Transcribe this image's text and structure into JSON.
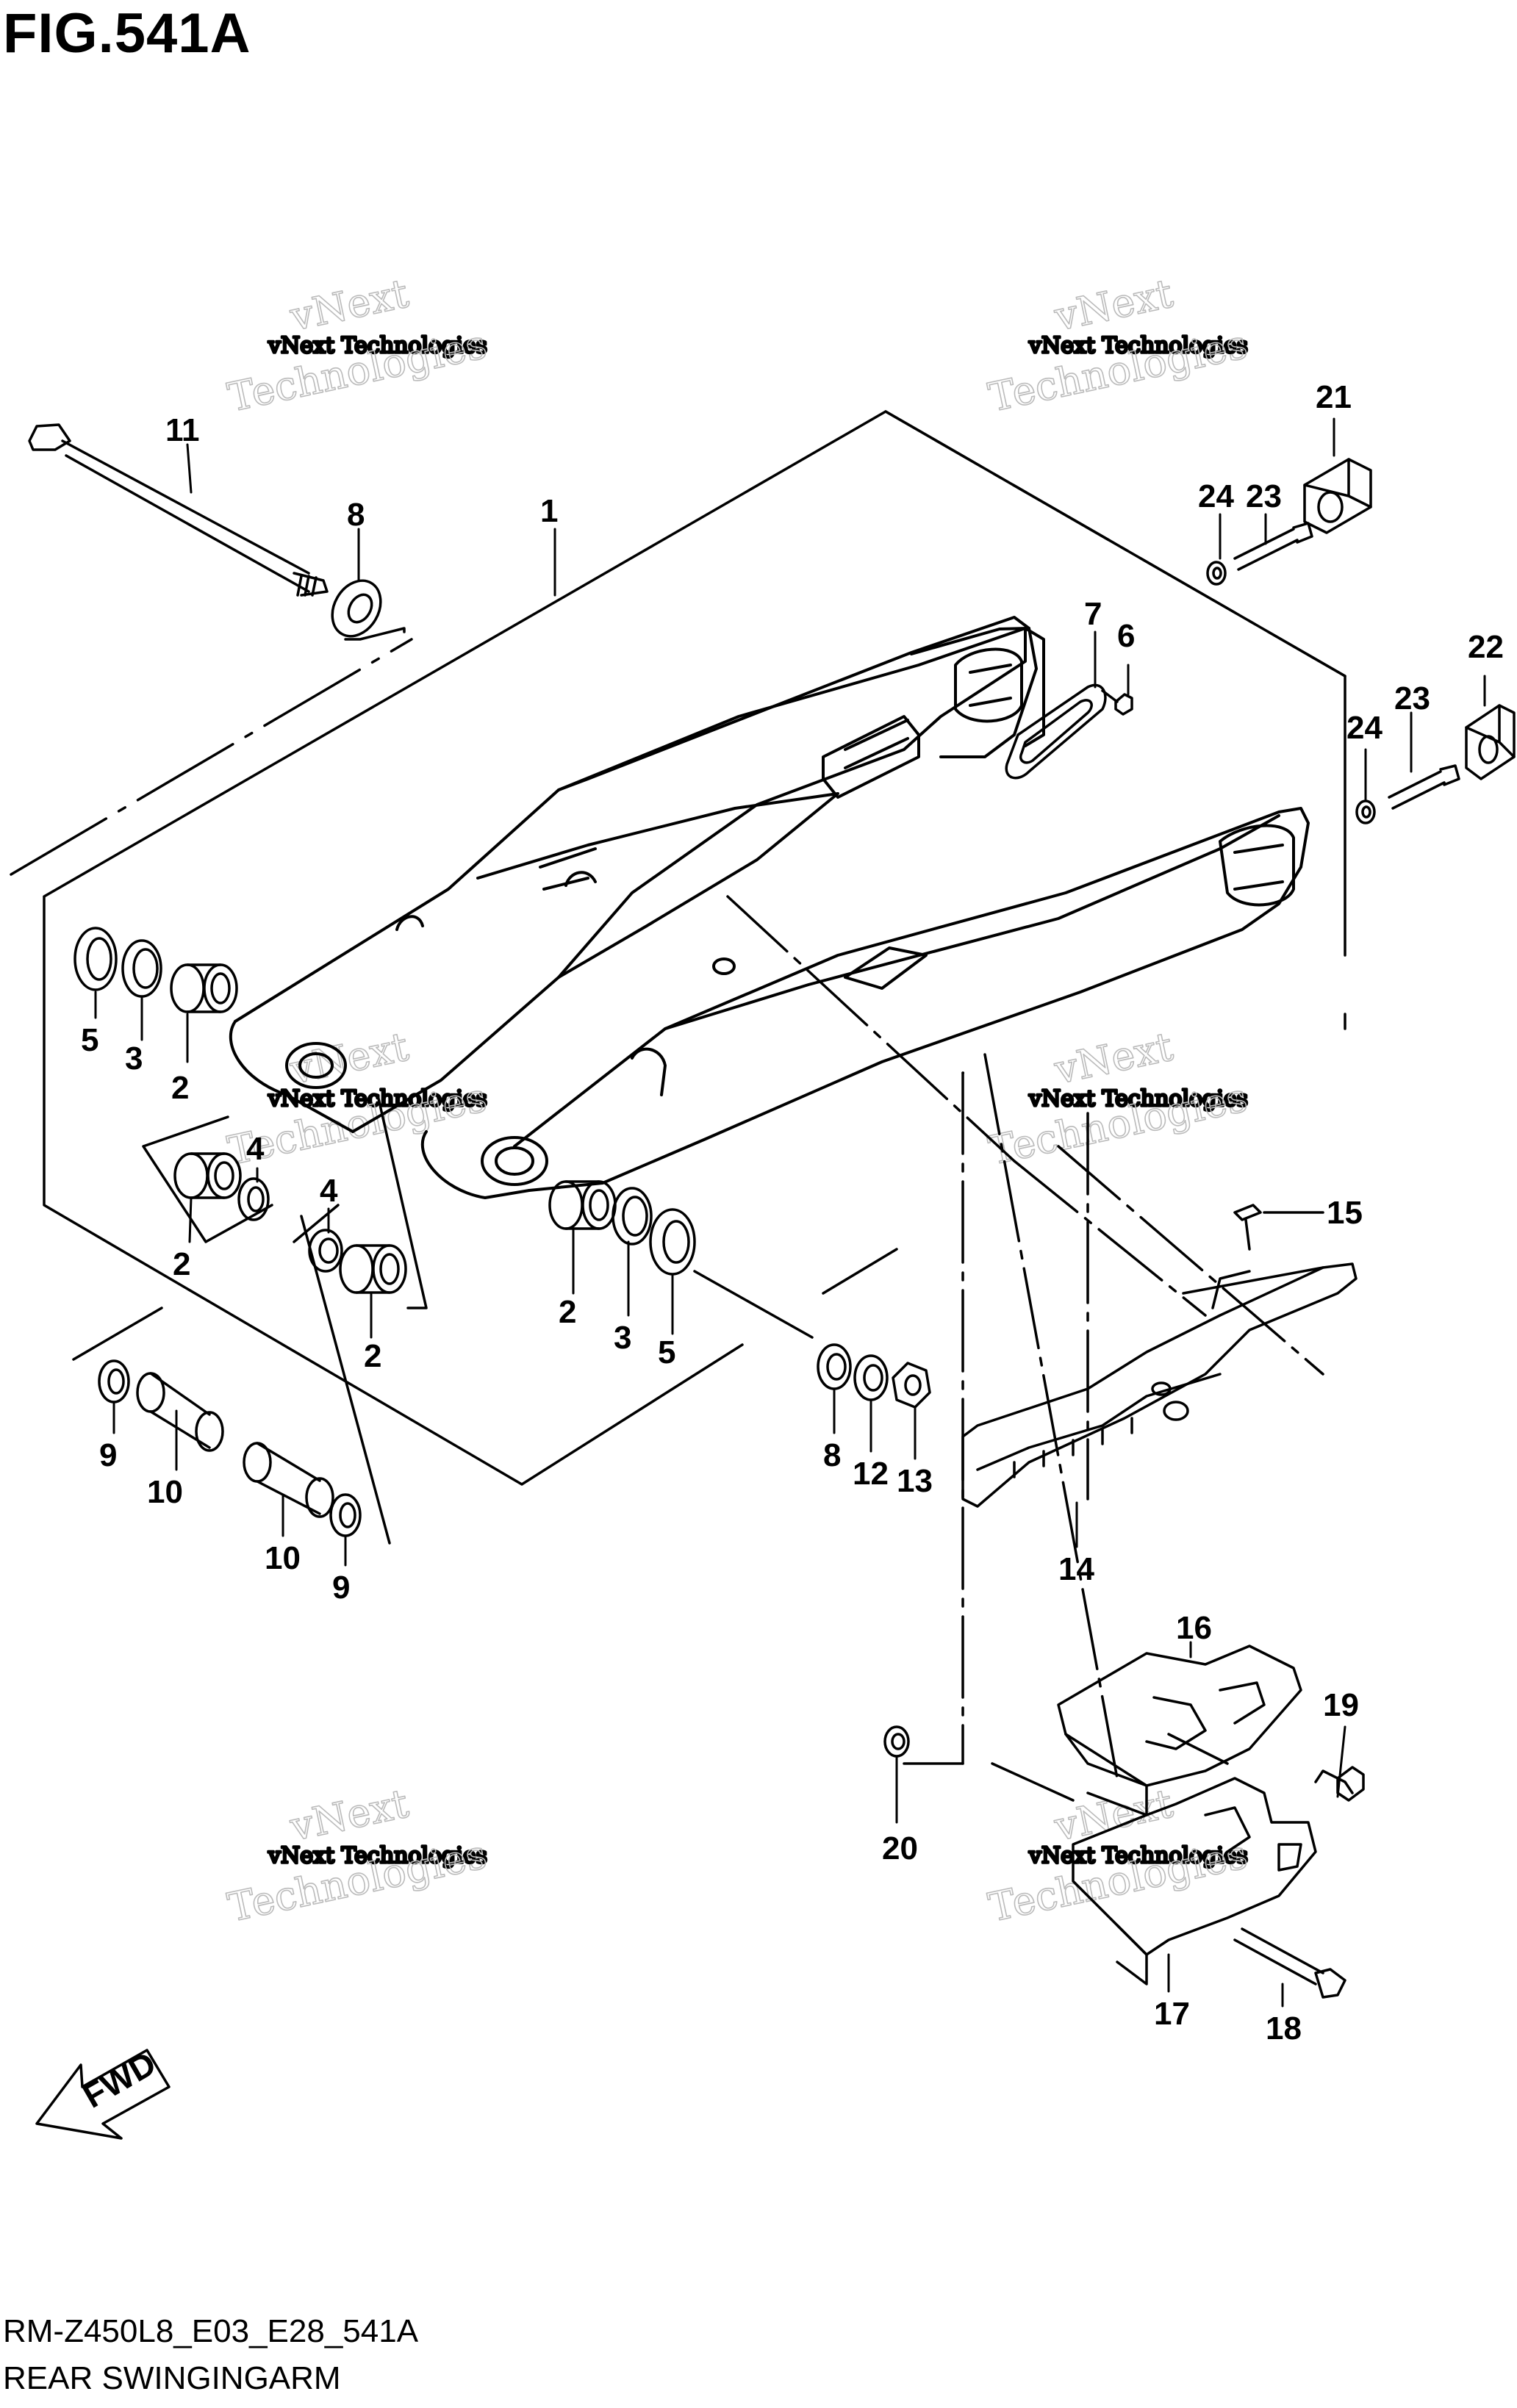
{
  "figure": {
    "title": "FIG.541A",
    "code": "RM-Z450L8_E03_E28_541A",
    "name": "REAR SWINGINGARM"
  },
  "watermark": {
    "line1": "vNext Technologies",
    "line2a": "vNext",
    "line2b": "Technologies"
  },
  "fwd_label": "FWD",
  "callouts": {
    "c1": "1",
    "c2a": "2",
    "c2b": "2",
    "c2c": "2",
    "c2d": "2",
    "c3a": "3",
    "c3b": "3",
    "c4a": "4",
    "c4b": "4",
    "c5a": "5",
    "c5b": "5",
    "c6": "6",
    "c7": "7",
    "c8a": "8",
    "c8b": "8",
    "c9a": "9",
    "c9b": "9",
    "c10a": "10",
    "c10b": "10",
    "c11": "11",
    "c12": "12",
    "c13": "13",
    "c14": "14",
    "c15": "15",
    "c16": "16",
    "c17": "17",
    "c18": "18",
    "c19": "19",
    "c20": "20",
    "c21": "21",
    "c22": "22",
    "c23a": "23",
    "c23b": "23",
    "c24a": "24",
    "c24b": "24"
  },
  "colors": {
    "line": "#000000",
    "background": "#ffffff",
    "watermark": "#999999"
  }
}
